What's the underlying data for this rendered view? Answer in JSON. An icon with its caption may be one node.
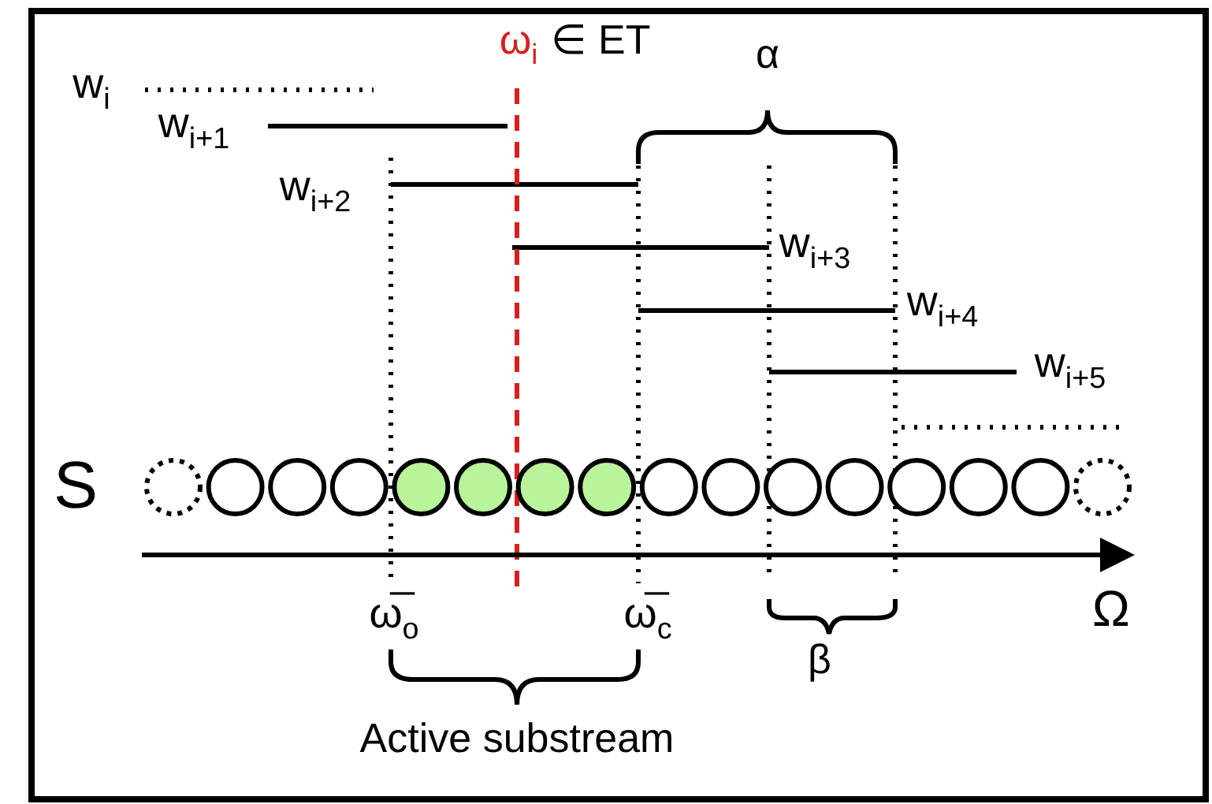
{
  "diagram": {
    "labels": [
      "ω$_{i}$",
      "∈ ET",
      "α",
      "w$_{i}$",
      "w$_{i+1}$",
      "w$_{i+2}$",
      "w$_{i+3}$",
      "w$_{i+4}$",
      "w$_{i+5}$",
      "S",
      "ω̅$_{o}$",
      "ω̅$_{c}$",
      "Ω",
      "β",
      "Active substream"
    ]
  }
}
